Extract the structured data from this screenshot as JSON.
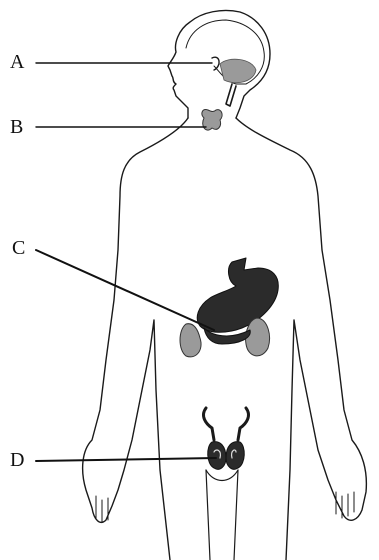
{
  "labels": {
    "a": "A",
    "b": "B",
    "c": "C",
    "d": "D"
  },
  "colors": {
    "ink": "#1a1a1a",
    "organ_fill": "#9a9a9a",
    "dark_fill": "#2b2b2b",
    "background": "#ffffff"
  }
}
